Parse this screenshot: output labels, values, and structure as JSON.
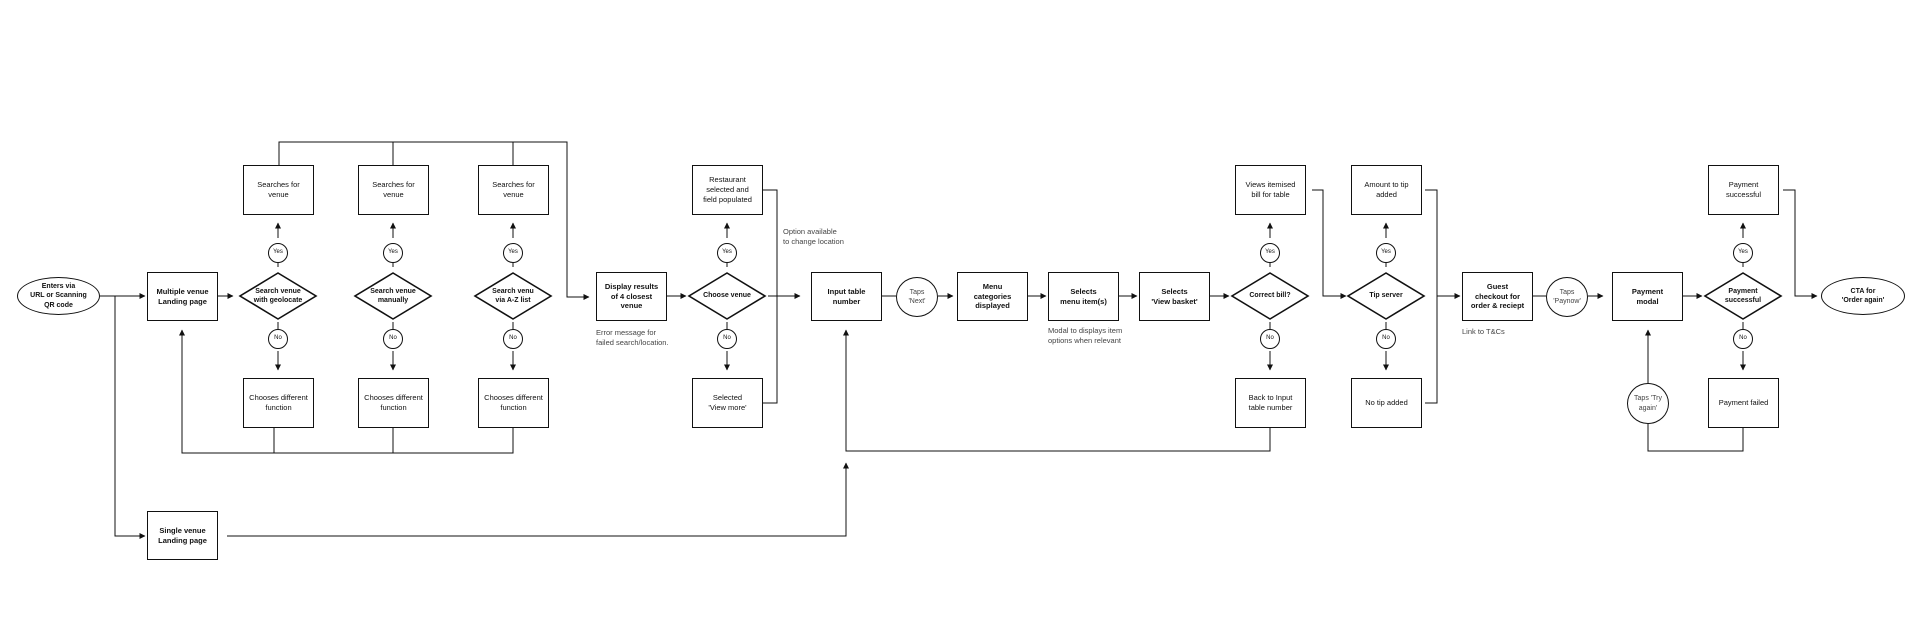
{
  "start": "Enters via\nURL or Scanning\nQR code",
  "multi_landing": "Multiple venue\nLanding page",
  "single_landing": "Single venue\nLanding page",
  "search_geo_q": "Search venue\nwith geolocate",
  "search_manual_q": "Search venue\nmanually",
  "search_az_q": "Search venu\nvia A-Z list",
  "searches_for_venue": "Searches for\nvenue",
  "chooses_different": "Chooses different\nfunction",
  "yes": "Yes",
  "no": "No",
  "display_results": "Display results\nof 4 closest\nvenue",
  "error_note": "Error message for\nfailed search/location.",
  "choose_venue_q": "Choose venue",
  "restaurant_selected": "Restaurant\nselected and\nfield populated",
  "selected_view_more": "Selected\n'View more'",
  "option_note": "Option available\nto change location",
  "input_table": "Input table\nnumber",
  "taps_next": "Taps\n'Next'",
  "menu_categories": "Menu\ncategories\ndisplayed",
  "selects_menu": "Selects\nmenu item(s)",
  "modal_note": "Modal to displays item\noptions when relevant",
  "selects_basket": "Selects\n'View basket'",
  "correct_bill_q": "Correct bill?",
  "views_bill": "Views itemised\nbill for table",
  "back_to_input": "Back to Input\ntable number",
  "tip_server_q": "Tip server",
  "amount_tip": "Amount to tip\nadded",
  "no_tip": "No tip added",
  "guest_checkout": "Guest\ncheckout for\norder & reciept",
  "link_note": "Link to T&Cs",
  "taps_paynow": "Taps\n'Paynow'",
  "payment_modal": "Payment\nmodal",
  "taps_try_again": "Taps 'Try\nagain'",
  "payment_success_q": "Payment\nsuccessful",
  "payment_successful": "Payment\nsuccessful",
  "payment_failed": "Payment failed",
  "cta": "CTA for\n'Order again'"
}
